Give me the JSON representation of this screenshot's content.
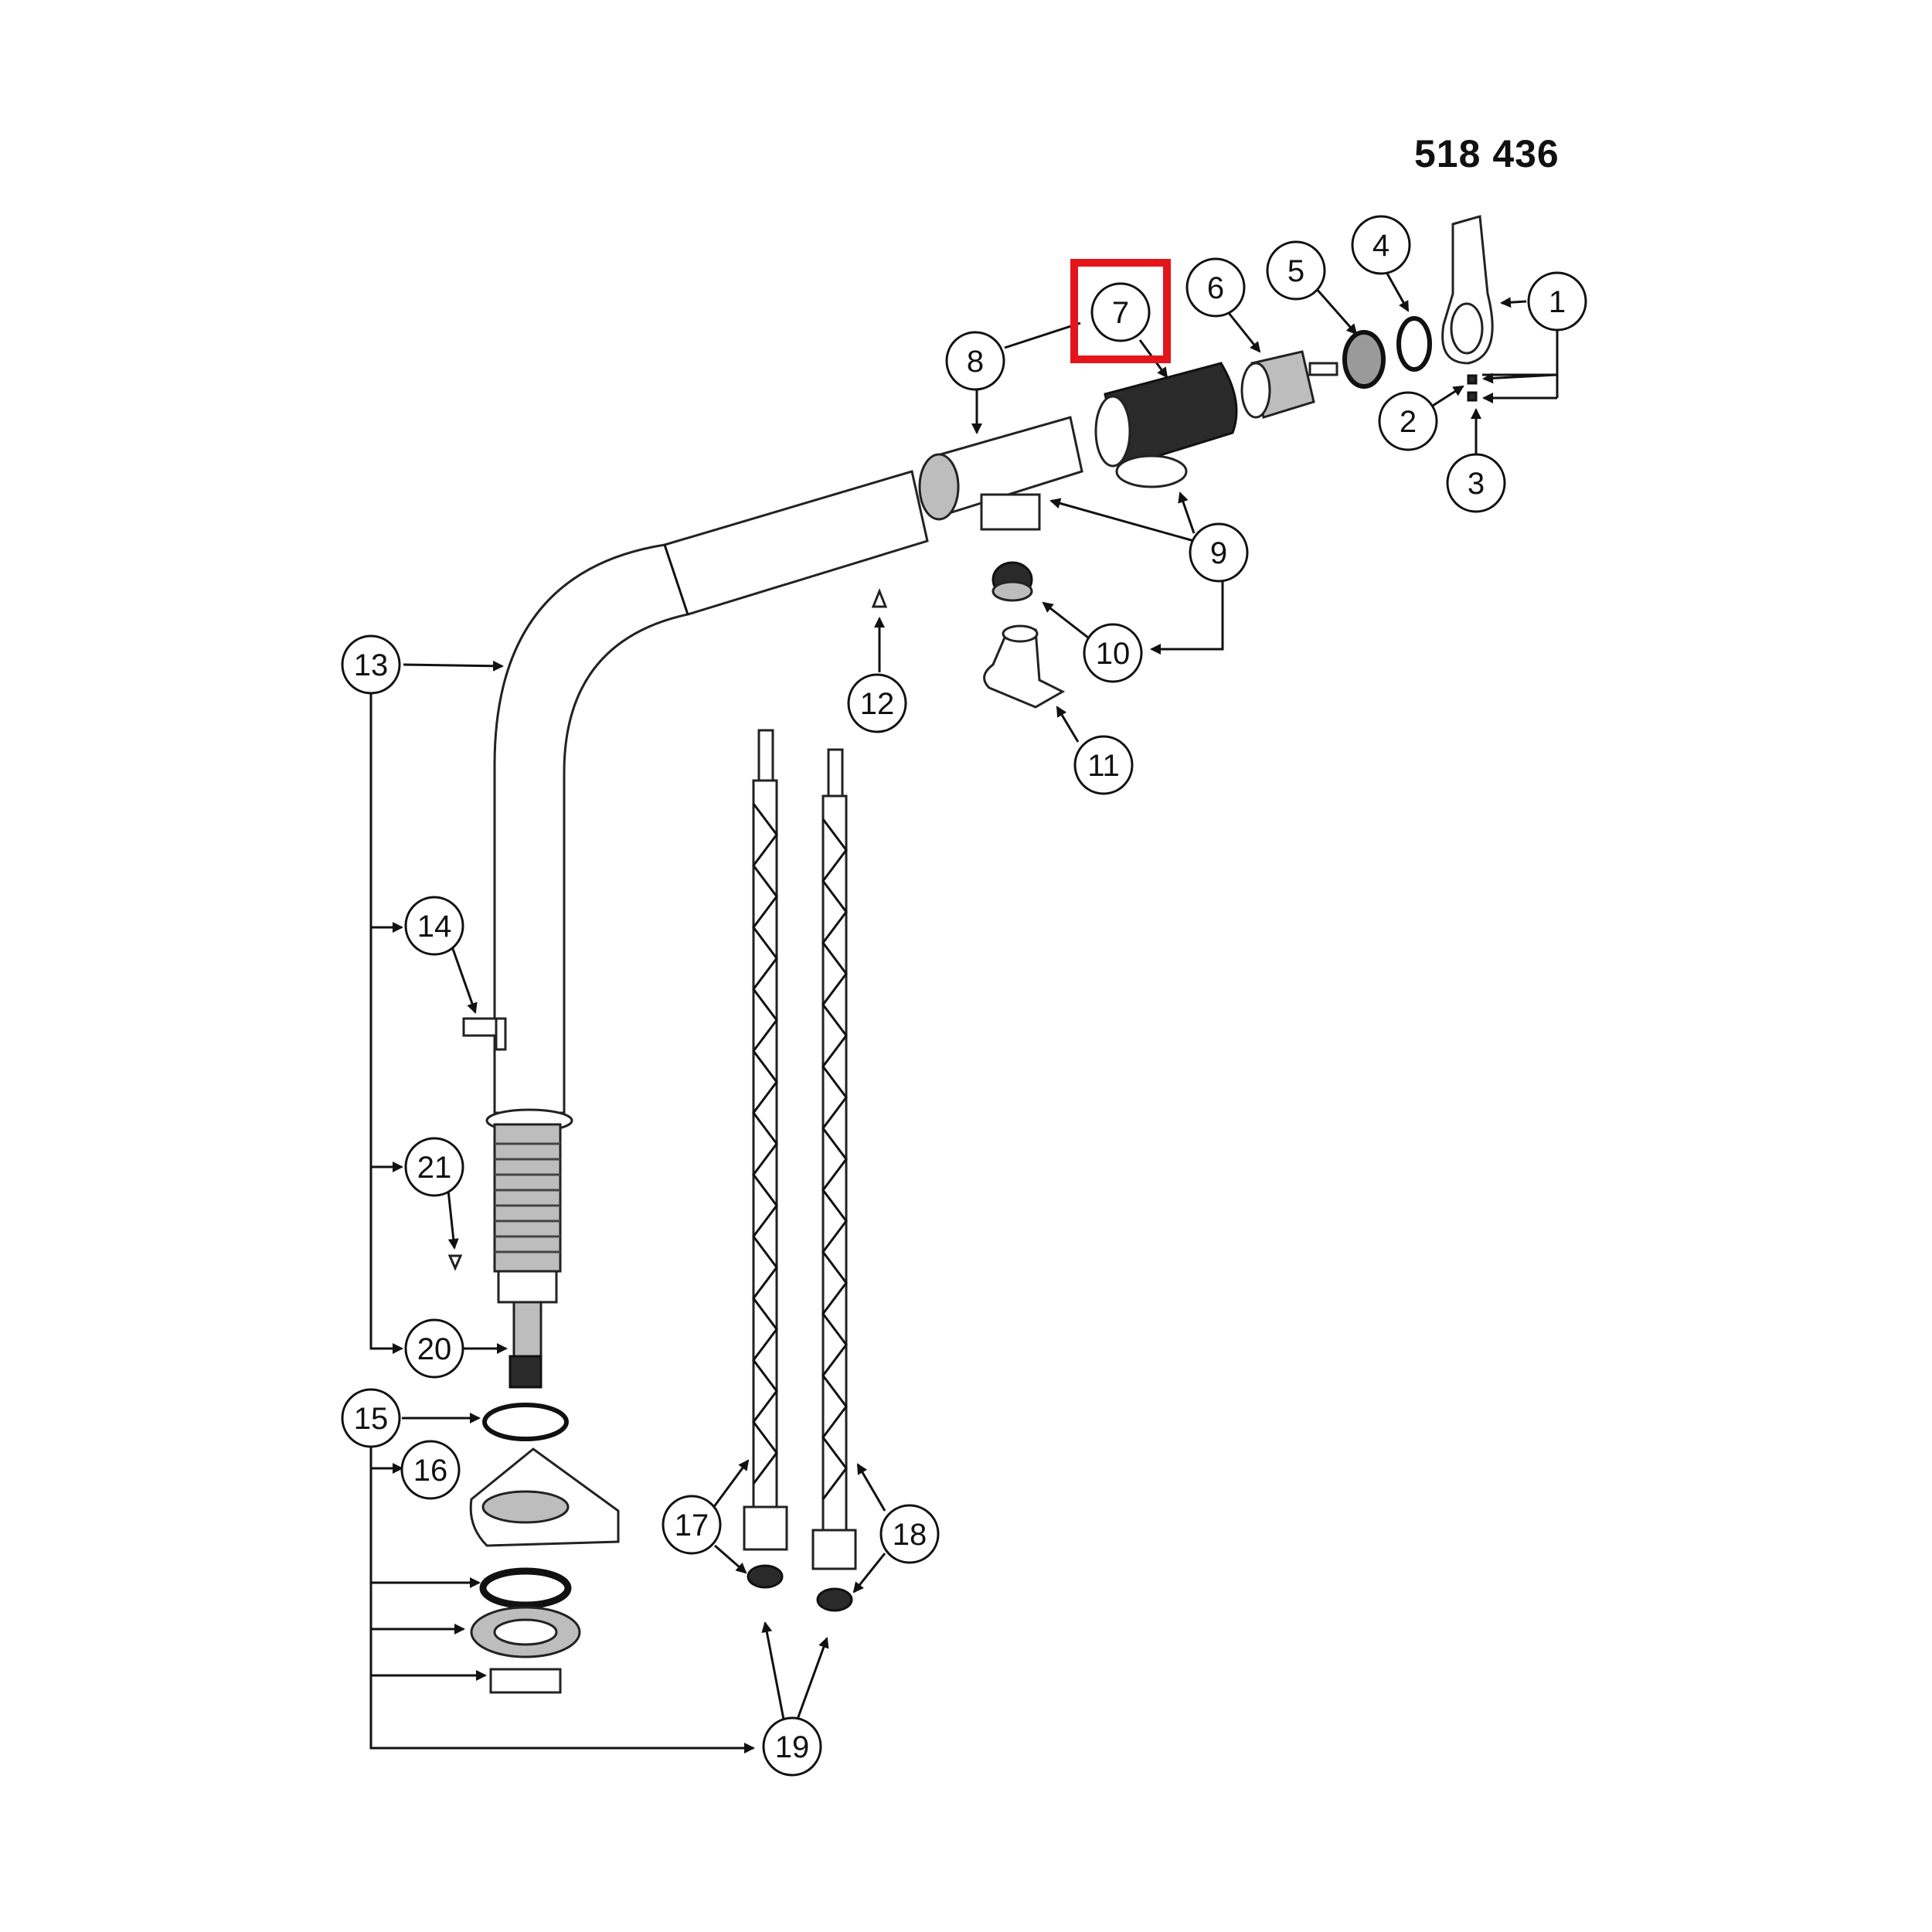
{
  "model_number": "518 436",
  "highlight_color": "#e3151b",
  "highlighted_callout": "7",
  "callouts": [
    {
      "label": "1"
    },
    {
      "label": "2"
    },
    {
      "label": "3"
    },
    {
      "label": "4"
    },
    {
      "label": "5"
    },
    {
      "label": "6"
    },
    {
      "label": "7"
    },
    {
      "label": "8"
    },
    {
      "label": "9"
    },
    {
      "label": "10"
    },
    {
      "label": "11"
    },
    {
      "label": "12"
    },
    {
      "label": "13"
    },
    {
      "label": "14"
    },
    {
      "label": "15"
    },
    {
      "label": "16"
    },
    {
      "label": "17"
    },
    {
      "label": "18"
    },
    {
      "label": "19"
    },
    {
      "label": "20"
    },
    {
      "label": "21"
    }
  ]
}
